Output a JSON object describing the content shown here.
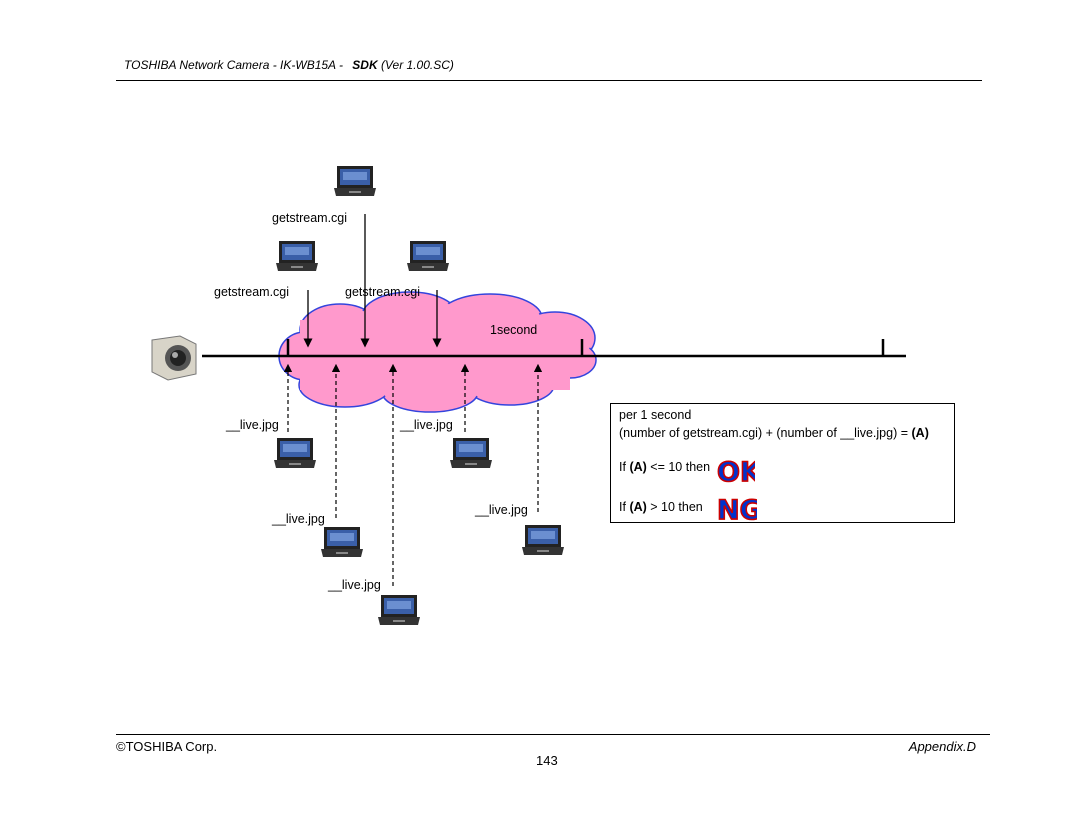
{
  "header": {
    "title": "TOSHIBA Network Camera - IK-WB15A -",
    "sdk": "SDK",
    "version": "(Ver 1.00.SC)"
  },
  "diagram": {
    "getstream_label": "getstream.cgi",
    "live_label": "__live.jpg",
    "interval_label": "1second",
    "icons": [
      "camera-icon",
      "laptop-icon"
    ]
  },
  "condition": {
    "title": "per 1 second",
    "formula": "(number of getstream.cgi) + (number of __live.jpg) =",
    "var": "(A)",
    "ok_prefix": "If",
    "ok_mid": "<= 10 then",
    "ok_badge": "OK",
    "ng_prefix": "If",
    "ng_mid": "> 10 then",
    "ng_badge": "NG",
    "colors": {
      "badge_fill": "#0033cc",
      "badge_stroke": "#cc0000",
      "cloud": "#ff99cc"
    }
  },
  "footer": {
    "copyright": "©TOSHIBA Corp.",
    "section": "Appendix.D",
    "page": "143"
  }
}
